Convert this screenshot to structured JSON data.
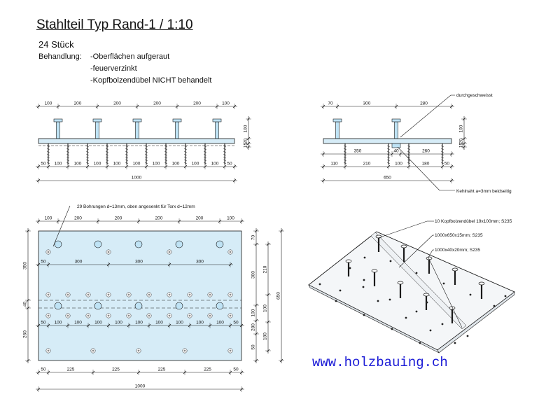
{
  "header": {
    "title": "Stahlteil Typ Rand-1 / 1:10",
    "quantity": "24 Stück",
    "treatment_label": "Behandlung:",
    "treatment_lines": [
      "-Oberflächen aufgeraut",
      "-feuerverzinkt",
      "-Kopfbolzendübel NICHT behandelt"
    ]
  },
  "website": "www.holzbauing.ch",
  "section_left": {
    "top_dims": [
      "100",
      "200",
      "200",
      "200",
      "200",
      "100"
    ],
    "right_dims": [
      "100",
      "20",
      "15"
    ],
    "bottom_dims": [
      "50",
      "100",
      "100",
      "100",
      "100",
      "100",
      "100",
      "100",
      "100",
      "100",
      "50"
    ],
    "total": "1000"
  },
  "section_right": {
    "top_dims": [
      "70",
      "300",
      "280"
    ],
    "right_dims": [
      "100",
      "20",
      "15"
    ],
    "mid_dims": [
      "350",
      "40",
      "260"
    ],
    "bottom_dims": [
      "110",
      "210",
      "100",
      "180",
      "50"
    ],
    "total": "650",
    "note_weld": "durchgeschweisst",
    "note_fillet": "Kehlnaht a=3mm beidseitig"
  },
  "plan": {
    "note_holes": "29 Bohrungen d=13mm, oben angesenkt für Torx d=12mm",
    "top_dims": [
      "100",
      "200",
      "200",
      "200",
      "200",
      "100"
    ],
    "row1_dims": [
      "50",
      "300",
      "300",
      "300"
    ],
    "row2_dims": [
      "50",
      "100",
      "100",
      "100",
      "100",
      "100",
      "100",
      "100",
      "100",
      "100",
      "50"
    ],
    "bottom_dims": [
      "50",
      "225",
      "225",
      "225",
      "225",
      "50"
    ],
    "total": "1000",
    "left_dims": [
      "350",
      "40",
      "260"
    ],
    "right_inner_dims": [
      "70",
      "300",
      "210",
      "100",
      "280",
      "180",
      "50"
    ],
    "right_total": "650"
  },
  "iso": {
    "label_studs": "10 Kopfbolzendübel 19x100mm; S235",
    "label_plate": "1000x650x15mm; S235",
    "label_strip": "1000x40x20mm; S235"
  },
  "colors": {
    "plate_fill": "#d6ecf7",
    "stud_fill": "#bfe3f5",
    "outline": "#1a1a1a",
    "link": "#1a1ad6",
    "hole_fill": "#8a8a8a"
  }
}
